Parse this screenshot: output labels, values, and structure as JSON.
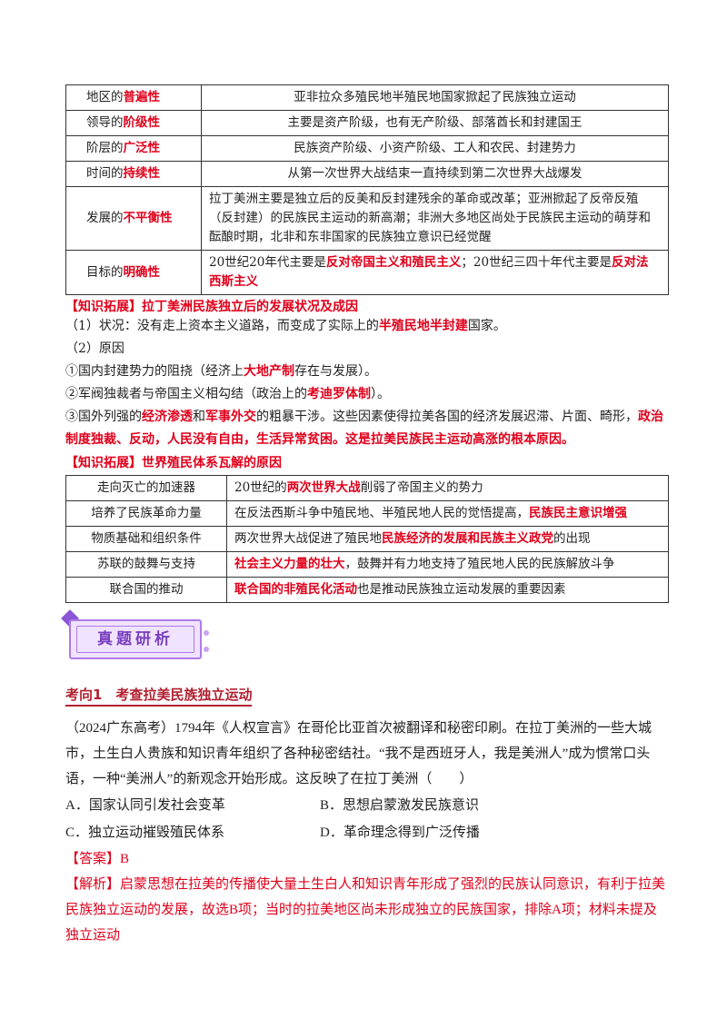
{
  "table1": {
    "rows": [
      {
        "key_pre": "地区的",
        "key_hl": "普遍性",
        "value": "亚非拉众多殖民地半殖民地国家掀起了民族独立运动"
      },
      {
        "key_pre": "领导的",
        "key_hl": "阶级性",
        "value": "主要是资产阶级，也有无产阶级、部落酋长和封建国王"
      },
      {
        "key_pre": "阶层的",
        "key_hl": "广泛性",
        "value": "民族资产阶级、小资产阶级、工人和农民、封建势力"
      },
      {
        "key_pre": "时间的",
        "key_hl": "持续性",
        "value": "从第一次世界大战结束一直持续到第二次世界大战爆发"
      },
      {
        "key_pre": "发展的",
        "key_hl": "不平衡性",
        "value": "拉丁美洲主要是独立后的反美和反封建残余的革命或改革；亚洲掀起了反帝反殖（反封建）的民族民主运动的新高潮；非洲大多地区尚处于民族民主运动的萌芽和酝酿时期，北非和东非国家的民族独立意识已经觉醒"
      },
      {
        "key_pre": "目标的",
        "key_hl": "明确性",
        "value_a": "20世纪20年代主要是",
        "value_hl1": "反对帝国主义和殖民主义",
        "value_b": "；20世纪三四十年代主要是",
        "value_hl2": "反对法西斯主义"
      }
    ]
  },
  "ext1": {
    "title": "【知识拓展】拉丁美洲民族独立后的发展状况及成因",
    "status_a": "（1）状况：没有走上资本主义道路，而变成了实际上的",
    "status_hl": "半殖民地半封建",
    "status_b": "国家。",
    "reason": "（2）原因",
    "r1_a": "①国内封建势力的阻挠（经济上",
    "r1_hl": "大地产制",
    "r1_b": "存在与发展）。",
    "r2_a": "②军阀独裁者与帝国主义相勾结（政治上的",
    "r2_hl": "考迪罗体制",
    "r2_b": "）。",
    "r3_a": "③国外列强的",
    "r3_hl1": "经济渗透",
    "r3_mid": "和",
    "r3_hl2": "军事外交",
    "r3_b": "的粗暴干涉。这些因素使得拉美各国的经济发展迟滞、片面、畸形，",
    "r3_hl3": "政治制度独裁、反动，人民没有自由，生活异常贫困。这是拉美民族民主运动高涨的根本原因。"
  },
  "ext2": {
    "title": "【知识拓展】世界殖民体系瓦解的原因",
    "rows": [
      {
        "key": "走向灭亡的加速器",
        "a": "20世纪的",
        "hl": "两次世界大战",
        "b": "削弱了帝国主义的势力"
      },
      {
        "key": "培养了民族革命力量",
        "a": "在反法西斯斗争中殖民地、半殖民地人民的觉悟提高，",
        "hl": "民族民主意识增强",
        "b": ""
      },
      {
        "key": "物质基础和组织条件",
        "a": "两次世界大战促进了殖民地",
        "hl": "民族经济的发展和民族主义政党",
        "b": "的出现"
      },
      {
        "key": "苏联的鼓舞与支持",
        "a": "",
        "hl": "社会主义力量的壮大",
        "b": "，鼓舞并有力地支持了殖民地人民的民族解放斗争"
      },
      {
        "key": "联合国的推动",
        "a": "",
        "hl": "联合国的非殖民化活动",
        "b": "也是推动民族独立运动发展的重要因素"
      }
    ]
  },
  "banner": "真题研析",
  "topic": "考向1　考查拉美民族独立运动",
  "question": {
    "stem": "（2024广东高考）1794年《人权宣言》在哥伦比亚首次被翻译和秘密印刷。在拉丁美洲的一些大城市，土生白人贵族和知识青年组织了各种秘密结社。“我不是西班牙人，我是美洲人”成为惯常口头语，一种“美洲人”的新观念开始形成。这反映了在拉丁美洲（　　）",
    "options": [
      "A．国家认同引发社会变革",
      "B．思想启蒙激发民族意识",
      "C．独立运动摧毁殖民体系",
      "D．革命理念得到广泛传播"
    ],
    "answer": "【答案】B",
    "analysis": "【解析】启蒙思想在拉美的传播使大量土生白人和知识青年形成了强烈的民族认同意识，有利于拉美民族独立运动的发展，故选B项；当时的拉美地区尚未形成独立的民族国家，排除A项；材料未提及独立运动"
  }
}
